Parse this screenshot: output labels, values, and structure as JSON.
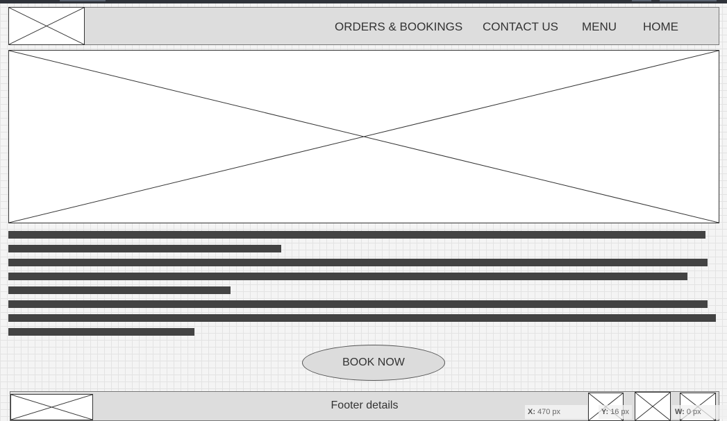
{
  "header": {
    "nav": [
      {
        "label": "ORDERS & BOOKINGS"
      },
      {
        "label": "CONTACT US"
      },
      {
        "label": "MENU"
      },
      {
        "label": "HOME"
      }
    ]
  },
  "main": {
    "cta_label": "BOOK NOW"
  },
  "footer": {
    "text": "Footer details"
  },
  "readout": {
    "x_label": "X:",
    "x_value": "470",
    "x_unit": "px",
    "y_label": "Y:",
    "y_value": "16",
    "y_unit": "px",
    "w_label": "W:",
    "w_value": "0",
    "w_unit": "px"
  },
  "colors": {
    "header_bg": "#dddddd",
    "text_bar": "#434343",
    "cta_bg": "#dcdcdc"
  }
}
